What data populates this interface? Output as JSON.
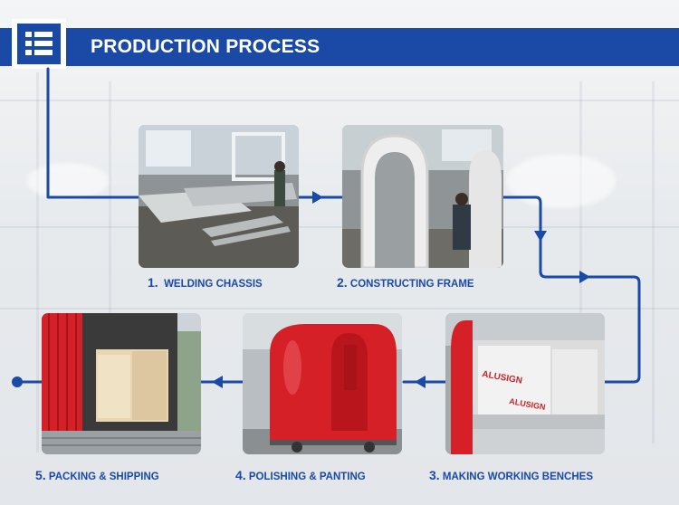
{
  "header": {
    "title": "PRODUCTION PROCESS",
    "icon": "list-icon"
  },
  "steps": [
    {
      "number": "1.",
      "label": "WELDING CHASSIS"
    },
    {
      "number": "2.",
      "label": "CONSTRUCTING FRAME"
    },
    {
      "number": "3.",
      "label": "MAKING WORKING BENCHES"
    },
    {
      "number": "4.",
      "label": "POLISHING & PANTING"
    },
    {
      "number": "5.",
      "label": "PACKING & SHIPPING"
    }
  ],
  "colors": {
    "brand_blue": "#1a4aa6",
    "trailer_red": "#d42026"
  }
}
